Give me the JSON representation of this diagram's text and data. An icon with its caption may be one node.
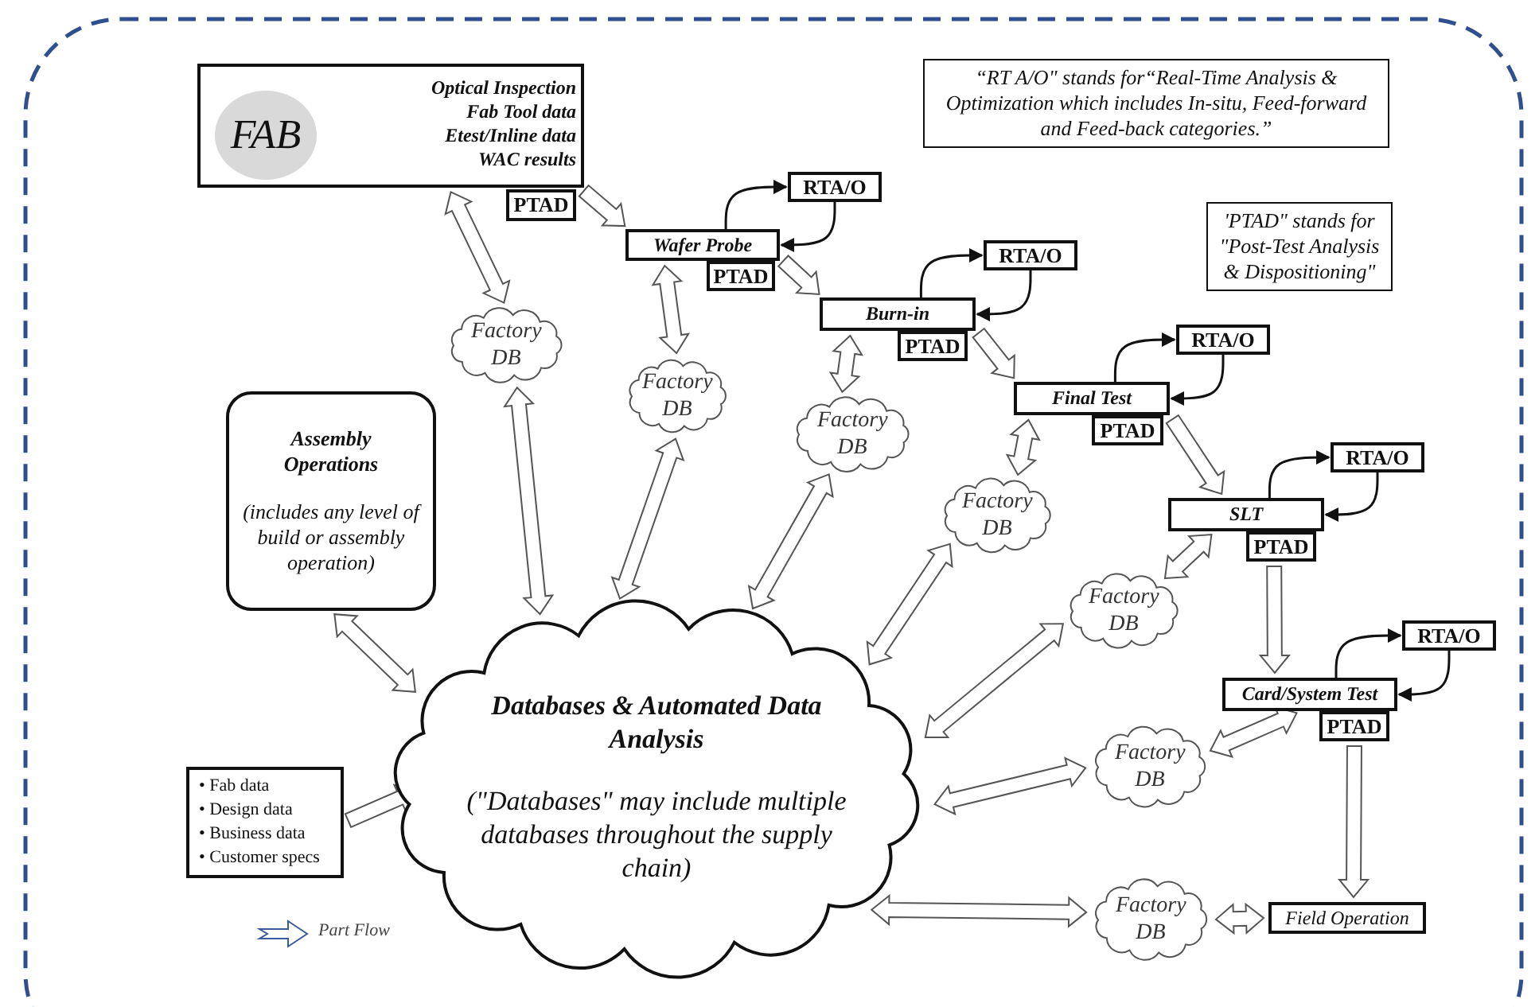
{
  "diagram": {
    "nodes": [
      {
        "text": [
          "Optical Inspection",
          "Fab Tool data",
          "Etest/Inline data",
          "WAC results"
        ]
      },
      {
        "text": [
          "FAB"
        ],
        "in": 0
      },
      {
        "text": [
          "PTAD"
        ]
      },
      {
        "text": [
          "Wafer Probe"
        ]
      },
      {
        "text": [
          "PTAD"
        ]
      },
      {
        "text": [
          "RTA/O"
        ]
      },
      {
        "text": [
          "Burn-in"
        ]
      },
      {
        "text": [
          "PTAD"
        ]
      },
      {
        "text": [
          "RTA/O"
        ]
      },
      {
        "text": [
          "Final Test"
        ]
      },
      {
        "text": [
          "PTAD"
        ]
      },
      {
        "text": [
          "RTA/O"
        ]
      },
      {
        "text": [
          "SLT"
        ]
      },
      {
        "text": [
          "PTAD"
        ]
      },
      {
        "text": [
          "RTA/O"
        ]
      },
      {
        "text": [
          "Card/System Test"
        ]
      },
      {
        "text": [
          "PTAD"
        ]
      },
      {
        "text": [
          "RTA/O"
        ]
      },
      {
        "text": [
          "Field Operation"
        ]
      },
      {
        "text": [
          "Assembly Operations",
          "(includes any level of build or assembly operation)"
        ]
      },
      {
        "text": [
          "Databases & Automated Data Analysis",
          "(\"Databases\" may include multiple databases throughout the supply chain)"
        ]
      },
      {
        "text": [
          "• Fab data",
          "• Design data",
          "• Business data",
          "• Customer specs"
        ]
      },
      {
        "text": [
          "“RT A/O\" stands for“Real-Time Analysis & Optimization which includes In-situ, Feed-forward and Feed-back categories.”"
        ]
      },
      {
        "text": [
          "'PTAD\" stands for \"Post-Test Analysis & Dispositioning\""
        ]
      },
      {
        "text": [
          "Factory DB"
        ]
      },
      {
        "text": [
          "Factory DB"
        ]
      },
      {
        "text": [
          "Factory DB"
        ]
      },
      {
        "text": [
          "Factory DB"
        ]
      },
      {
        "text": [
          "Factory DB"
        ]
      },
      {
        "text": [
          "Factory DB"
        ]
      },
      {
        "text": [
          "Factory DB"
        ]
      }
    ],
    "edges": [
      {
        "from": 0,
        "to": 3,
        "arrow": "to",
        "style": "thick"
      },
      {
        "from": 3,
        "to": 6,
        "arrow": "to",
        "style": "thick"
      },
      {
        "from": 6,
        "to": 9,
        "arrow": "to",
        "style": "thick"
      },
      {
        "from": 9,
        "to": 12,
        "arrow": "to",
        "style": "thick"
      },
      {
        "from": 13,
        "to": 15,
        "arrow": "to",
        "style": "thick"
      },
      {
        "from": 16,
        "to": 18,
        "arrow": "to",
        "style": "thick"
      },
      {
        "from": 3,
        "to": 5,
        "arrow": "to"
      },
      {
        "from": 5,
        "to": 3,
        "arrow": "to"
      },
      {
        "from": 6,
        "to": 8,
        "arrow": "to"
      },
      {
        "from": 8,
        "to": 6,
        "arrow": "to"
      },
      {
        "from": 9,
        "to": 11,
        "arrow": "to"
      },
      {
        "from": 11,
        "to": 9,
        "arrow": "to"
      },
      {
        "from": 12,
        "to": 14,
        "arrow": "to"
      },
      {
        "from": 14,
        "to": 12,
        "arrow": "to"
      },
      {
        "from": 15,
        "to": 17,
        "arrow": "to"
      },
      {
        "from": 17,
        "to": 15,
        "arrow": "to"
      },
      {
        "from": 24,
        "to": 0,
        "arrow": "both",
        "style": "thick"
      },
      {
        "from": 24,
        "to": 20,
        "arrow": "both",
        "style": "thick"
      },
      {
        "from": 25,
        "to": 3,
        "arrow": "both",
        "style": "thick"
      },
      {
        "from": 25,
        "to": 20,
        "arrow": "both",
        "style": "thick"
      },
      {
        "from": 26,
        "to": 6,
        "arrow": "both",
        "style": "thick"
      },
      {
        "from": 26,
        "to": 20,
        "arrow": "both",
        "style": "thick"
      },
      {
        "from": 27,
        "to": 9,
        "arrow": "both",
        "style": "thick"
      },
      {
        "from": 27,
        "to": 20,
        "arrow": "both",
        "style": "thick"
      },
      {
        "from": 28,
        "to": 12,
        "arrow": "both",
        "style": "thick"
      },
      {
        "from": 28,
        "to": 20,
        "arrow": "both",
        "style": "thick"
      },
      {
        "from": 29,
        "to": 15,
        "arrow": "both",
        "style": "thick"
      },
      {
        "from": 29,
        "to": 20,
        "arrow": "both",
        "style": "thick"
      },
      {
        "from": 30,
        "to": 18,
        "arrow": "both",
        "style": "thick"
      },
      {
        "from": 30,
        "to": 20,
        "arrow": "both",
        "style": "thick"
      },
      {
        "from": 19,
        "to": 20,
        "arrow": "both",
        "style": "thick"
      },
      {
        "from": 21,
        "to": 20,
        "arrow": "to",
        "style": "thick"
      }
    ],
    "legend": [
      {
        "text": "Part Flow"
      }
    ]
  }
}
